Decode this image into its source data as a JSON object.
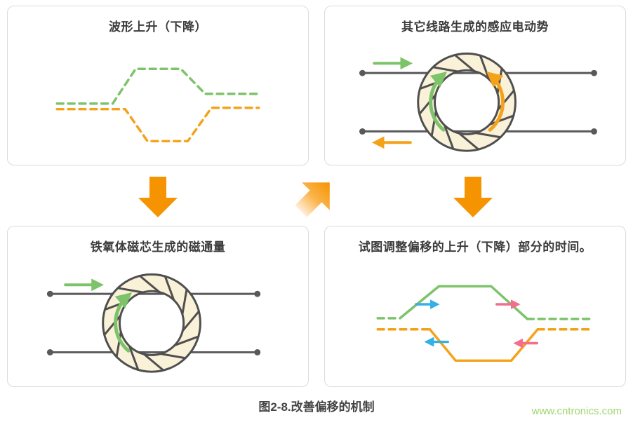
{
  "figure": {
    "caption": "图2-8.改善偏移的机制",
    "watermark": "www.cntronics.com"
  },
  "panels": [
    {
      "id": "waveform-rise-fall",
      "title": "波形上升（下降）"
    },
    {
      "id": "induced-emf",
      "title": "其它线路生成的感应电动势"
    },
    {
      "id": "ferrite-flux",
      "title": "铁氧体磁芯生成的磁通量"
    },
    {
      "id": "timing-adjust",
      "title": "试图调整偏移的上升（下降）部分的时间。"
    }
  ],
  "colors": {
    "green": "#7CC36A",
    "orange": "#F5A21B",
    "arrow-orange": "#F59300",
    "wire-gray": "#595959",
    "core-fill": "#FAF1D9",
    "core-stroke": "#4F4F4F",
    "blue": "#33B1E6",
    "pink": "#F26E8D",
    "caption-gray": "#454545",
    "watermark-green": "#A2D671",
    "panel-border": "#DBDBDB"
  }
}
